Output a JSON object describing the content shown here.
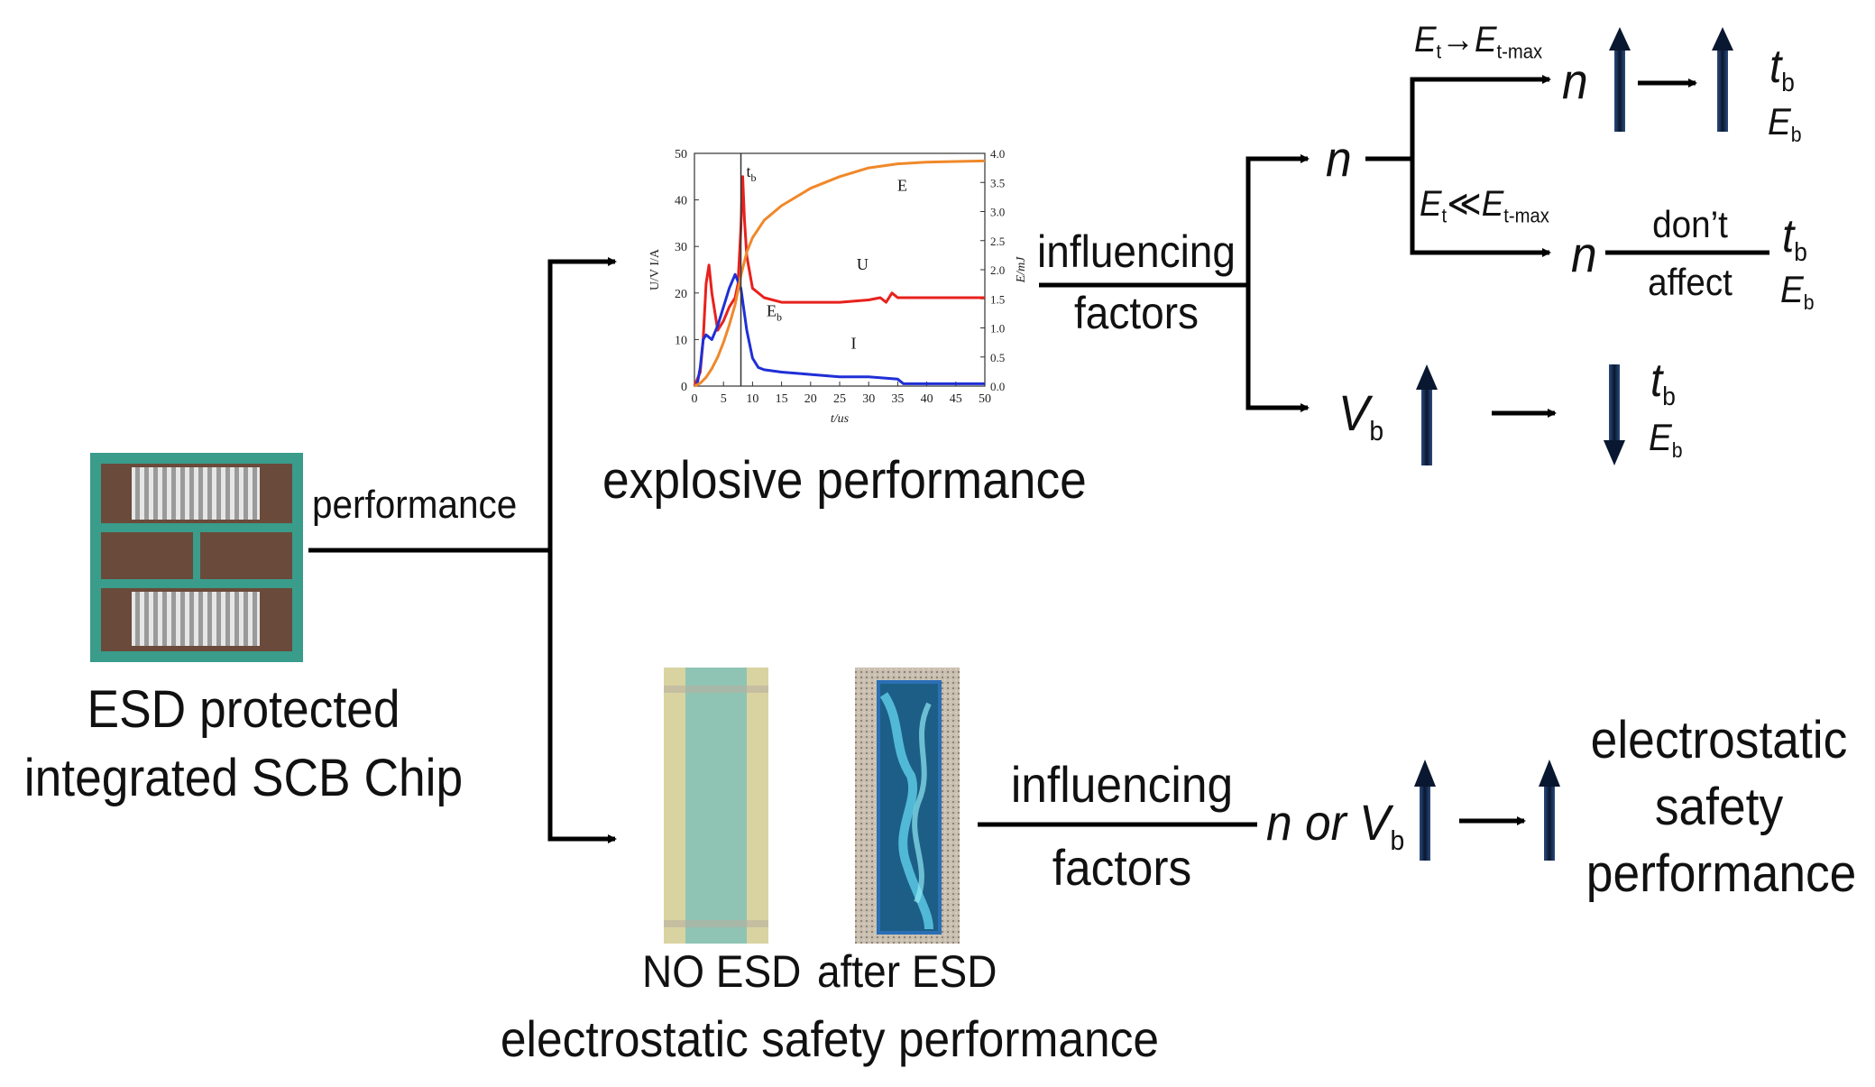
{
  "chip": {
    "label_line1": "ESD protected",
    "label_line2": "integrated SCB Chip",
    "branch_label": "performance"
  },
  "explosive": {
    "caption": "explosive performance",
    "factors_line1": "influencing",
    "factors_line2": "factors"
  },
  "esd": {
    "label_no_esd": "NO ESD",
    "label_after_esd": "after ESD",
    "caption": "electrostatic safety performance",
    "factors_line1": "influencing",
    "factors_line2": "factors",
    "variable": "n or V",
    "variable_sub": "b",
    "result_line1": "electrostatic",
    "result_line2": "safety",
    "result_line3": "performance"
  },
  "branches": {
    "n_label": "n",
    "cond1_E": "E",
    "cond1_sub": "t",
    "cond1_op": "→",
    "cond1_E2": "E",
    "cond1_sub2": "t-max",
    "cond2_E": "E",
    "cond2_sub": "t",
    "cond2_op": "≪",
    "cond2_E2": "E",
    "cond2_sub2": "t-max",
    "dont_line1": "don’t",
    "dont_line2": "affect",
    "t_label": "t",
    "E_label": "E",
    "b_sub": "b",
    "V_label": "V"
  },
  "chart_data": {
    "type": "line",
    "xlabel": "t/us",
    "ylabel": "U/V I/A",
    "ylabel_right": "E/mJ",
    "xlim": [
      0,
      50
    ],
    "ylim": [
      0,
      50
    ],
    "ylim_right": [
      0,
      4.0
    ],
    "x_ticks": [
      0,
      5,
      10,
      15,
      20,
      25,
      30,
      35,
      40,
      45,
      50
    ],
    "y_ticks": [
      0,
      10,
      20,
      30,
      40,
      50
    ],
    "y_right_ticks": [
      "0.0",
      "0.5",
      "1.0",
      "1.5",
      "2.0",
      "2.5",
      "3.0",
      "3.5",
      "4.0"
    ],
    "annotations": [
      {
        "text": "t",
        "sub": "b",
        "x": 8,
        "y": 45
      },
      {
        "text": "E",
        "sub": "b",
        "x": 11.5,
        "y": 15
      },
      {
        "text": "E",
        "x": 34,
        "y": 42
      },
      {
        "text": "U",
        "x": 27,
        "y": 25
      },
      {
        "text": "I",
        "x": 26,
        "y": 8
      }
    ],
    "tb_line_x": 8,
    "series": [
      {
        "name": "U",
        "color": "#e8211d",
        "axis": "left",
        "x": [
          0,
          1,
          1.5,
          2,
          2.5,
          3,
          4,
          5,
          6,
          7,
          7.5,
          8,
          8.3,
          8.6,
          9,
          10,
          12,
          15,
          20,
          25,
          30,
          32,
          33,
          34,
          35,
          36,
          40,
          45,
          50
        ],
        "y": [
          0,
          3,
          10,
          22,
          26,
          20,
          12,
          14,
          17,
          19,
          22,
          34,
          45,
          36,
          28,
          21,
          19,
          18,
          18,
          18,
          18.5,
          19,
          18,
          20,
          19,
          19,
          19,
          19,
          19
        ]
      },
      {
        "name": "I",
        "color": "#1f2fd6",
        "axis": "left",
        "x": [
          0,
          0.5,
          1,
          1.5,
          2,
          3,
          4,
          5,
          6,
          7,
          8,
          9,
          10,
          11,
          12,
          15,
          20,
          25,
          30,
          35,
          36,
          40,
          45,
          50
        ],
        "y": [
          0,
          0.5,
          4,
          10,
          11,
          10,
          13,
          17,
          21,
          24,
          21,
          12,
          6,
          4,
          3.5,
          3,
          2.5,
          2,
          2,
          1.5,
          0.5,
          0.5,
          0.5,
          0.5
        ]
      },
      {
        "name": "E",
        "color": "#f0882a",
        "axis": "right",
        "x": [
          0,
          1,
          2,
          3,
          4,
          5,
          6,
          7,
          8,
          9,
          10,
          12,
          15,
          20,
          25,
          30,
          35,
          40,
          45,
          50
        ],
        "y": [
          0,
          0.05,
          0.15,
          0.3,
          0.5,
          0.75,
          1.05,
          1.4,
          1.9,
          2.3,
          2.55,
          2.85,
          3.1,
          3.4,
          3.6,
          3.75,
          3.82,
          3.85,
          3.86,
          3.87
        ]
      }
    ]
  },
  "colors": {
    "line": "#000000",
    "up_arrow": "#0a1730",
    "chip_frame": "#3a9c8b"
  }
}
